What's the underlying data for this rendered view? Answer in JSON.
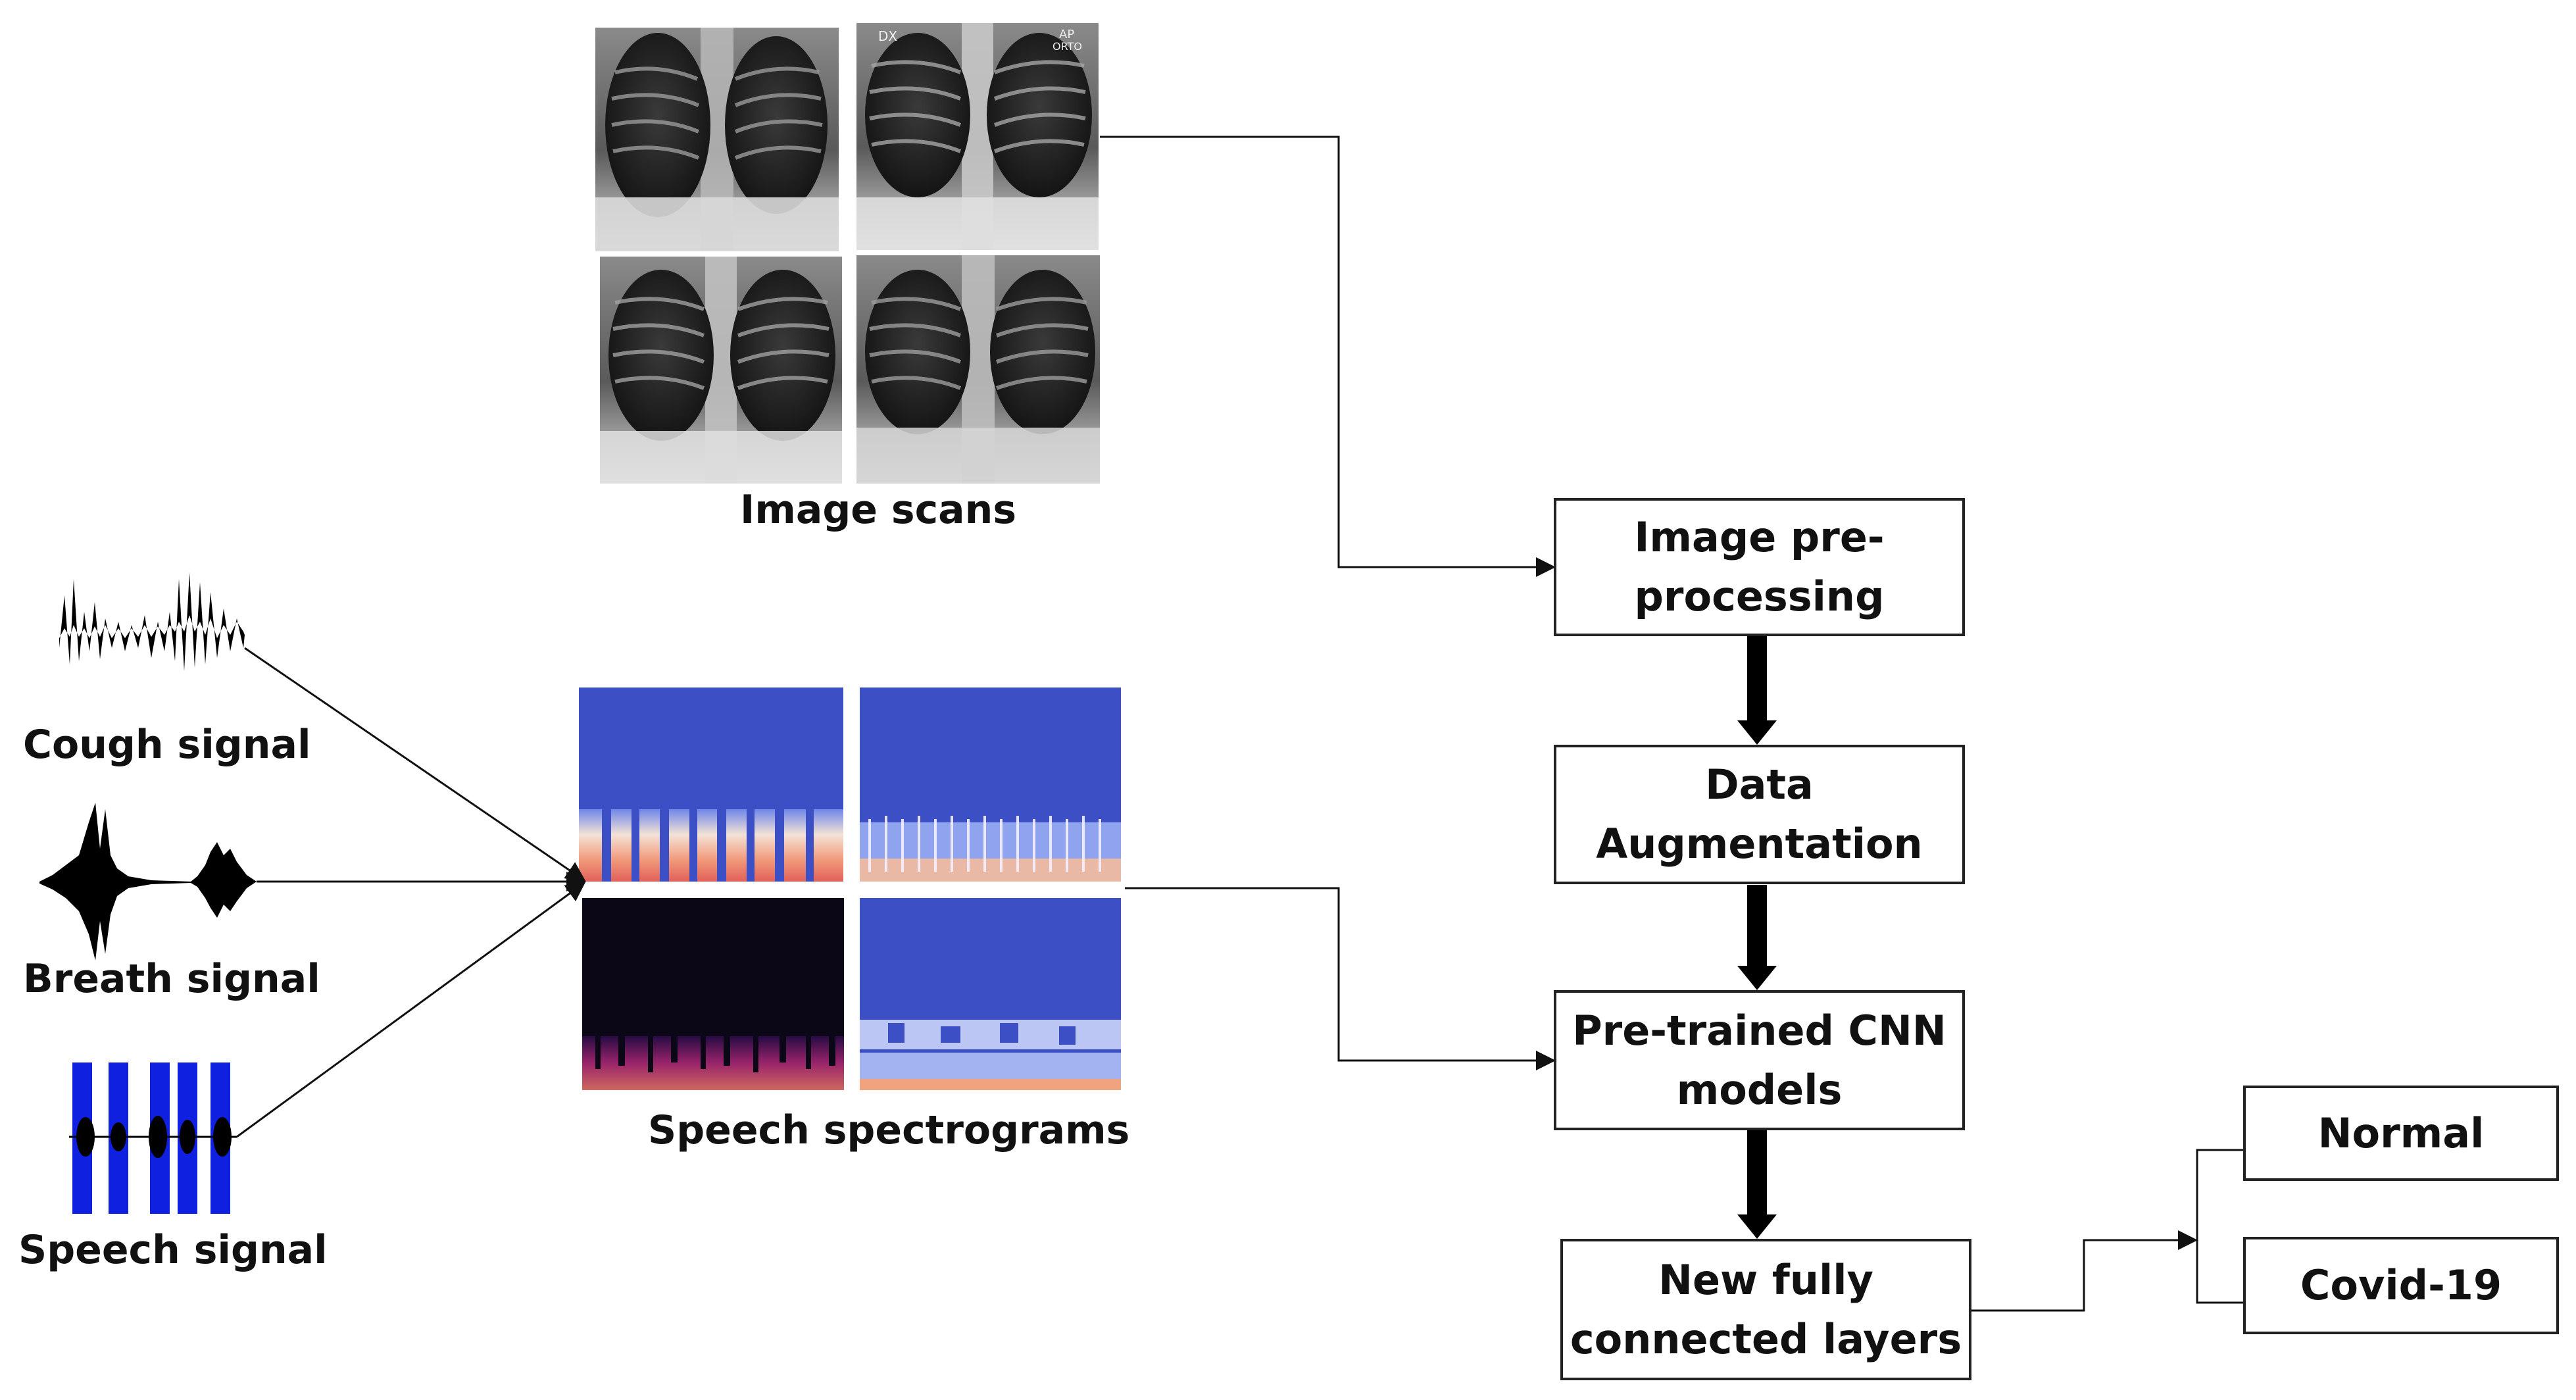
{
  "labels": {
    "image_scans": "Image scans",
    "cough_signal": "Cough signal",
    "breath_signal": "Breath signal",
    "speech_signal": "Speech signal",
    "speech_spectrograms": "Speech spectrograms"
  },
  "boxes": {
    "image_preprocessing": [
      "Image pre-",
      "processing"
    ],
    "data_augmentation": [
      "Data",
      "Augmentation"
    ],
    "pretrained_cnn": [
      "Pre-trained CNN",
      "models"
    ],
    "fully_connected": [
      "New fully",
      "connected layers"
    ],
    "normal": "Normal",
    "covid": "Covid-19"
  },
  "xray_overlay_text": {
    "scan2_left": "DX",
    "scan2_right_top": "AP",
    "scan2_right_bottom": "ORTO"
  },
  "colors": {
    "spectrogram_blue": "#3d4fc4",
    "speech_signal_blue": "#1020e0",
    "dark_spectrogram": "#0c0716",
    "arrow": "#111111"
  }
}
